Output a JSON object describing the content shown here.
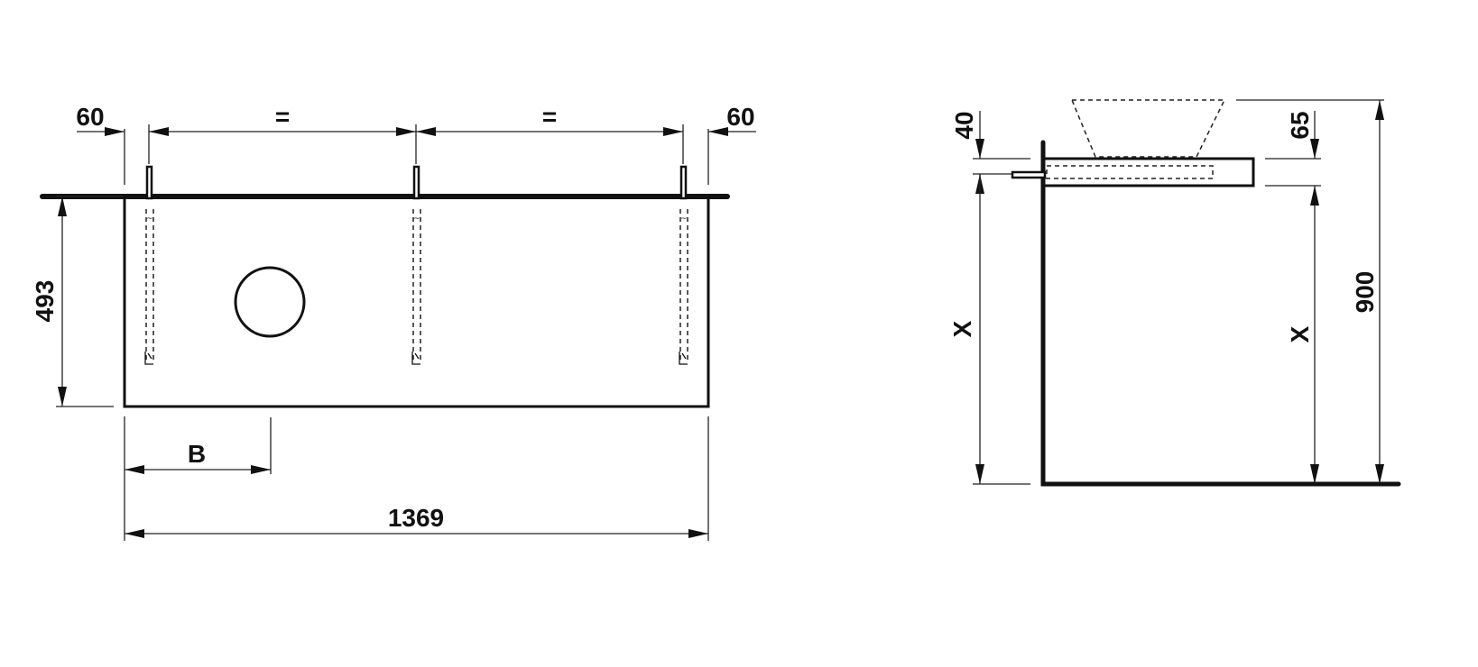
{
  "front_view": {
    "dim_left_offset": "60",
    "dim_equal_1": "=",
    "dim_equal_2": "=",
    "dim_right_offset": "60",
    "dim_height": "493",
    "dim_b": "B",
    "dim_width": "1369"
  },
  "side_view": {
    "dim_40": "40",
    "dim_65": "65",
    "dim_x_left": "X",
    "dim_x_right": "X",
    "dim_900": "900"
  }
}
